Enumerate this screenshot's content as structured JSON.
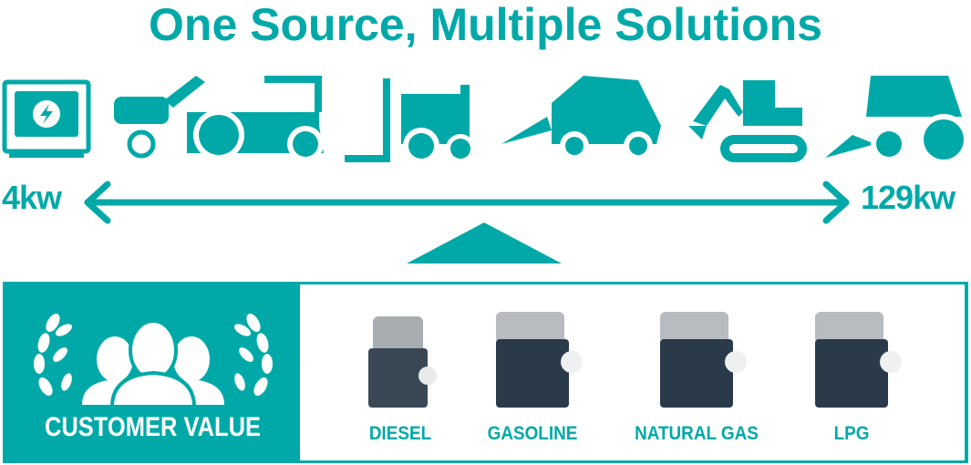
{
  "title": "One Source, Multiple Solutions",
  "range": {
    "min_label": "4kw",
    "max_label": "129kw"
  },
  "equipment_icons": [
    "generator-icon",
    "tiller-icon",
    "road-roller-icon",
    "forklift-icon",
    "skid-steer-loader-icon",
    "excavator-icon",
    "tractor-loader-icon"
  ],
  "customer_value": {
    "label": "CUSTOMER VALUE"
  },
  "engines": [
    {
      "label": "DIESEL"
    },
    {
      "label": "GASOLINE"
    },
    {
      "label": "NATURAL GAS"
    },
    {
      "label": "LPG"
    }
  ],
  "colors": {
    "accent": "#00a9a8",
    "engine_body": "#2b3a4a"
  }
}
